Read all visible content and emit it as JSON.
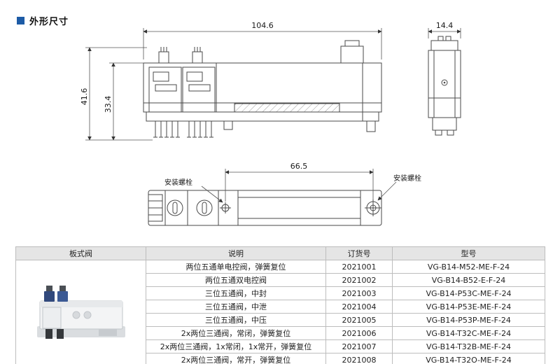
{
  "colors": {
    "accent_blue": "#1d5ba6"
  },
  "section": {
    "title": "外形尺寸"
  },
  "drawing": {
    "dim_overall_width": "104.6",
    "dim_side_depth": "14.4",
    "dim_overall_height": "41.6",
    "dim_body_height": "33.4",
    "dim_bolt_spacing": "66.5",
    "bolt_label_left": "安装螺栓",
    "bolt_label_right": "安装螺栓"
  },
  "table": {
    "headers": [
      "板式阀",
      "说明",
      "订货号",
      "型号"
    ],
    "rows": [
      {
        "desc": "两位五通单电控阀，弹簧复位",
        "order_no": "2021001",
        "model": "VG-B14-M52-ME-F-24"
      },
      {
        "desc": "两位五通双电控阀",
        "order_no": "2021002",
        "model": "VG-B14-B52-E-F-24"
      },
      {
        "desc": "三位五通阀，中封",
        "order_no": "2021003",
        "model": "VG-B14-P53C-ME-F-24"
      },
      {
        "desc": "三位五通阀，中泄",
        "order_no": "2021004",
        "model": "VG-B14-P53E-ME-F-24"
      },
      {
        "desc": "三位五通阀，中压",
        "order_no": "2021005",
        "model": "VG-B14-P53P-ME-F-24"
      },
      {
        "desc": "2x两位三通阀，常闭，弹簧复位",
        "order_no": "2021006",
        "model": "VG-B14-T32C-ME-F-24"
      },
      {
        "desc": "2x两位三通阀，1x常闭，1x常开，弹簧复位",
        "order_no": "2021007",
        "model": "VG-B14-T32B-ME-F-24"
      },
      {
        "desc": "2x两位三通阀，常开，弹簧复位",
        "order_no": "2021008",
        "model": "VG-B14-T32O-ME-F-24"
      }
    ]
  }
}
